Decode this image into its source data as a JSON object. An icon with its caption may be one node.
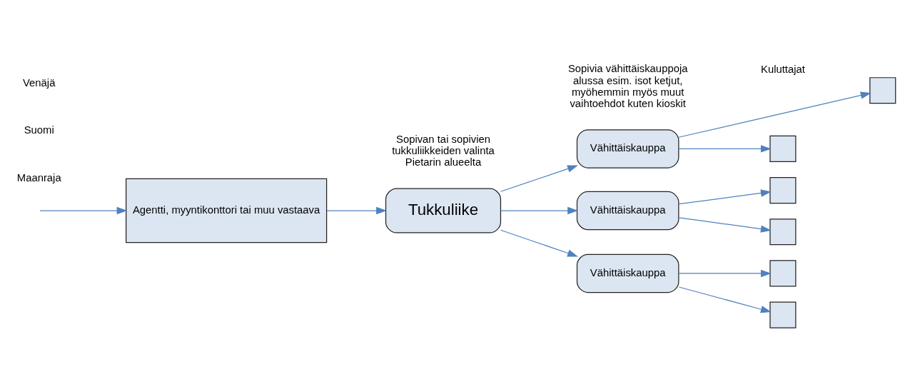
{
  "diagram": {
    "nodes": [
      {
        "text": [
          "Agentti, myyntikonttori tai muu vastaava"
        ]
      },
      {
        "text": [
          "Tukkuliike"
        ],
        "beside": [
          "Sopivan tai sopivien tukkuliikkeiden valinta Pietarin alueelta"
        ]
      },
      {
        "text": [
          "Vähittäiskauppa"
        ],
        "beside": [
          "Sopivia vähittäiskauppoja alussa esim. isot ketjut, myöhemmin myös muut vaihtoehdot kuten kioskit"
        ]
      },
      {
        "text": [
          "Vähittäiskauppa"
        ]
      },
      {
        "text": [
          "Vähittäiskauppa"
        ]
      },
      {
        "text": [],
        "shape": "box"
      },
      {
        "text": [],
        "shape": "box"
      },
      {
        "text": [],
        "shape": "box"
      },
      {
        "text": [],
        "shape": "box"
      },
      {
        "text": [],
        "shape": "box"
      },
      {
        "text": [],
        "shape": "box"
      }
    ],
    "edges": [
      {
        "from": null,
        "to": 0,
        "arrow": "to"
      },
      {
        "from": 0,
        "to": 1,
        "arrow": "to"
      },
      {
        "from": 1,
        "to": 2,
        "arrow": "to"
      },
      {
        "from": 1,
        "to": 3,
        "arrow": "to"
      },
      {
        "from": 1,
        "to": 4,
        "arrow": "to"
      },
      {
        "from": 2,
        "to": 5,
        "arrow": "to"
      },
      {
        "from": 2,
        "to": 6,
        "arrow": "to"
      },
      {
        "from": 3,
        "to": 7,
        "arrow": "to"
      },
      {
        "from": 3,
        "to": 8,
        "arrow": "to"
      },
      {
        "from": 4,
        "to": 9,
        "arrow": "to"
      },
      {
        "from": 4,
        "to": 10,
        "arrow": "to"
      }
    ],
    "labels": [
      "Maanraja",
      "Suomi",
      "Venäjä",
      "Kuluttajat"
    ]
  }
}
